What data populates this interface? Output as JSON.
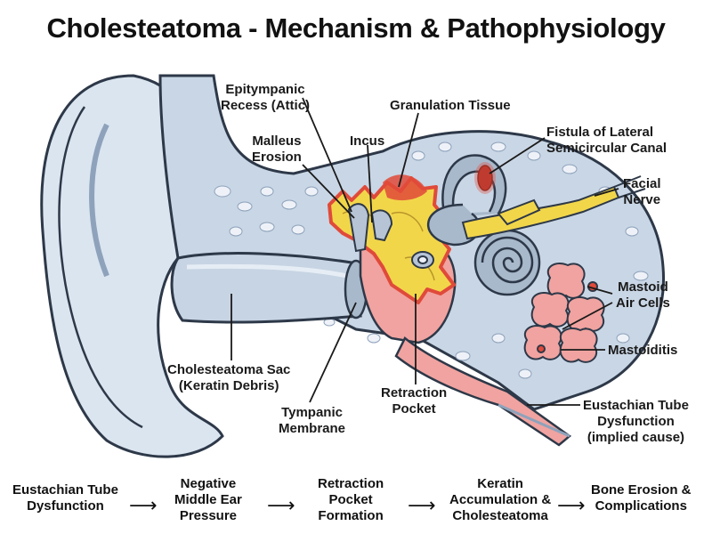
{
  "title": "Cholesteatoma - Mechanism & Pathophysiology",
  "labels": {
    "epitympanic_recess": [
      "Epitympanic",
      "Recess (Attic)"
    ],
    "malleus_erosion": [
      "Malleus",
      "Erosion"
    ],
    "incus": [
      "Incus"
    ],
    "granulation_tissue": [
      "Granulation Tissue"
    ],
    "fistula": [
      "Fistula of Lateral",
      "Semicircular Canal"
    ],
    "facial_nerve": [
      "Facial",
      "Nerve"
    ],
    "mastoid_air_cells": [
      "Mastoid",
      "Air Cells"
    ],
    "mastoiditis": [
      "Mastoiditis"
    ],
    "cholesteatoma_sac": [
      "Cholesteatoma Sac",
      "(Keratin Debris)"
    ],
    "retraction_pocket": [
      "Retraction",
      "Pocket"
    ],
    "tympanic_membrane": [
      "Tympanic",
      "Membrane"
    ],
    "eustachian_tube": [
      "Eustachian Tube",
      "Dysfunction",
      "(implied cause)"
    ]
  },
  "flow": {
    "steps": [
      [
        "Eustachian Tube",
        "Dysfunction"
      ],
      [
        "Negative",
        "Middle Ear",
        "Pressure"
      ],
      [
        "Retraction",
        "Pocket",
        "Formation"
      ],
      [
        "Keratin",
        "Accumulation &",
        "Cholesteatoma"
      ],
      [
        "Bone Erosion &",
        "Complications"
      ]
    ],
    "arrow_glyph": "⟶"
  },
  "colors": {
    "outline": "#2d3848",
    "skin_blue": "#dbe5f0",
    "canal_blue": "#c7d4e3",
    "bone": "#b6c4d6",
    "pink": "#f0a3a0",
    "red": "#e04a3a",
    "yellow": "#f2d64a",
    "orange": "#f08a3a"
  }
}
